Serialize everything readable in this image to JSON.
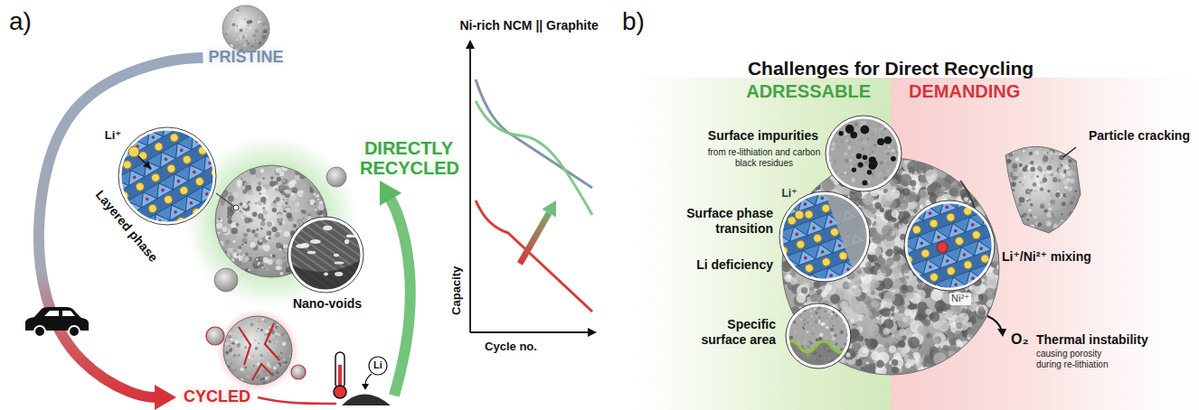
{
  "diagram": {
    "nodes": [
      {
        "text": [
          "PRISTINE"
        ]
      },
      {
        "text": [
          "DIRECTLY RECYCLED"
        ]
      },
      {
        "text": [
          "CYCLED"
        ]
      },
      {
        "text": [
          "ADRESSABLE"
        ]
      },
      {
        "text": [
          "DEMANDING"
        ]
      }
    ],
    "edges": [
      {
        "from": 0,
        "to": 2,
        "arrow": "to"
      },
      {
        "from": 2,
        "to": 1,
        "arrow": "to"
      }
    ],
    "labels": [
      "a)",
      "Li⁺",
      "Layered phase",
      "Nano-voids",
      "Li",
      "Ni-rich NCM || Graphite",
      "Capacity",
      "Cycle no.",
      "b)",
      "Challenges for Direct Recycling",
      "Surface impurities",
      "from re-lithiation and carbon black residues",
      "Surface phase transition",
      "Li⁺",
      "Li deficiency",
      "Specific surface area",
      "Particle cracking",
      "Li⁺/Ni²⁺ mixing",
      "Ni²⁺",
      "O₂",
      "Thermal instability",
      "causing porosity during re-lithiation"
    ]
  }
}
